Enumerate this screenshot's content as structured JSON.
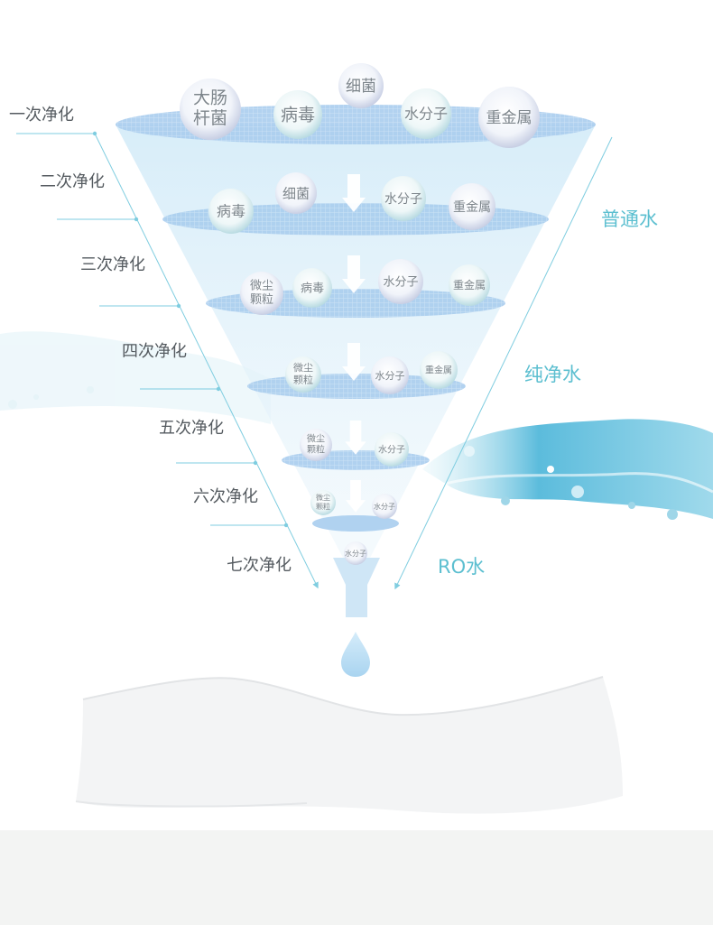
{
  "stages": [
    {
      "label": "一次净化",
      "particles": [
        "大肠杆菌",
        "病毒",
        "细菌",
        "水分子",
        "重金属"
      ]
    },
    {
      "label": "二次净化",
      "particles": [
        "病毒",
        "细菌",
        "水分子",
        "重金属"
      ]
    },
    {
      "label": "三次净化",
      "particles": [
        "微尘颗粒",
        "病毒",
        "水分子",
        "重金属"
      ]
    },
    {
      "label": "四次净化",
      "particles": [
        "微尘颗粒",
        "水分子",
        "重金属"
      ]
    },
    {
      "label": "五次净化",
      "particles": [
        "微尘颗粒",
        "水分子"
      ]
    },
    {
      "label": "六次净化",
      "particles": [
        "微尘颗粒",
        "水分子"
      ]
    },
    {
      "label": "七次净化",
      "particles": [
        "水分子"
      ]
    }
  ],
  "water_types": {
    "ordinary": "普通水",
    "pure": "纯净水",
    "ro": "RO水"
  },
  "colors": {
    "accent": "#5cbfd0",
    "line": "#7fcde0",
    "label": "#555b60",
    "funnel": "#d5ecf8",
    "footer": "#f3f4f3"
  }
}
